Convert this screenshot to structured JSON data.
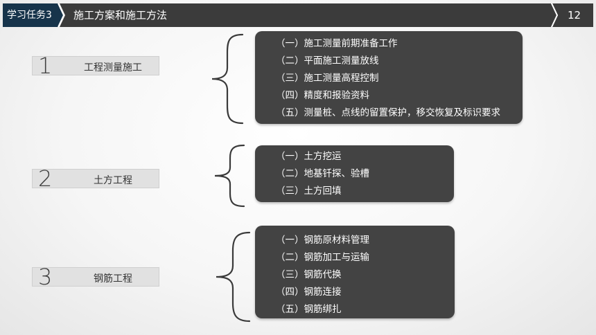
{
  "header": {
    "task_label": "学习任务3",
    "title": "施工方案和施工方法",
    "page_number": "12"
  },
  "sections": [
    {
      "number": "1",
      "title": "工程测量施工",
      "items": [
        "（一）施工测量前期准备工作",
        "（二）平面施工测量放线",
        "（三）施工测量高程控制",
        "（四）精度和报验资料",
        "（五）测量桩、点线的留置保护，移交恢复及标识要求"
      ]
    },
    {
      "number": "2",
      "title": "土方工程",
      "items": [
        "（一）土方挖运",
        "（二）地基钎探、验槽",
        "（三）土方回填"
      ]
    },
    {
      "number": "3",
      "title": "钢筋工程",
      "items": [
        "（一）钢筋原材料管理",
        "（二）钢筋加工与运输",
        "（三）钢筋代换",
        "（四）钢筋连接",
        "（五）钢筋绑扎"
      ]
    }
  ]
}
